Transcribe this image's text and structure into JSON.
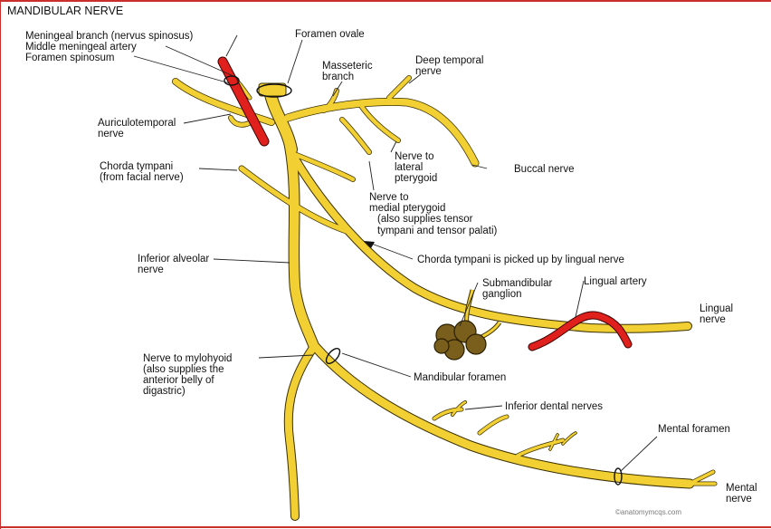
{
  "title": "MANDIBULAR NERVE",
  "labels": {
    "meningeal_branch": "Meningeal branch (nervus spinosus)",
    "middle_meningeal_artery": "Middle meningeal artery",
    "foramen_spinosum": "Foramen spinosum",
    "foramen_ovale": "Foramen ovale",
    "masseteric_1": "Masseteric",
    "masseteric_2": "branch",
    "deep_temporal_1": "Deep temporal",
    "deep_temporal_2": "nerve",
    "auriculotemporal_1": "Auriculotemporal",
    "auriculotemporal_2": "nerve",
    "lateral_pterygoid_1": "Nerve to",
    "lateral_pterygoid_2": "lateral",
    "lateral_pterygoid_3": "pterygoid",
    "buccal": "Buccal nerve",
    "chorda_1": "Chorda tympani",
    "chorda_2": "(from facial nerve)",
    "medial_pterygoid_1": "Nerve to",
    "medial_pterygoid_2": "medial pterygoid",
    "medial_pterygoid_3": "(also supplies tensor",
    "medial_pterygoid_4": "tympani and tensor palati)",
    "chorda_pickup": "Chorda tympani is picked up by lingual nerve",
    "inferior_alveolar_1": "Inferior alveolar",
    "inferior_alveolar_2": "nerve",
    "submandibular_1": "Submandibular",
    "submandibular_2": "ganglion",
    "lingual_artery": "Lingual artery",
    "lingual_nerve_1": "Lingual",
    "lingual_nerve_2": "nerve",
    "mylohyoid_1": "Nerve to mylohyoid",
    "mylohyoid_2": "(also supplies the",
    "mylohyoid_3": "anterior belly of",
    "mylohyoid_4": "digastric)",
    "mandibular_foramen": "Mandibular foramen",
    "inferior_dental": "Inferior dental nerves",
    "mental_foramen": "Mental foramen",
    "mental_nerve_1": "Mental",
    "mental_nerve_2": "nerve",
    "credit": "©anatomymcqs.com"
  },
  "colors": {
    "nerve": "#f2d033",
    "artery": "#e0201c",
    "ganglion": "#7a5e1c",
    "frame": "#c9302c"
  }
}
